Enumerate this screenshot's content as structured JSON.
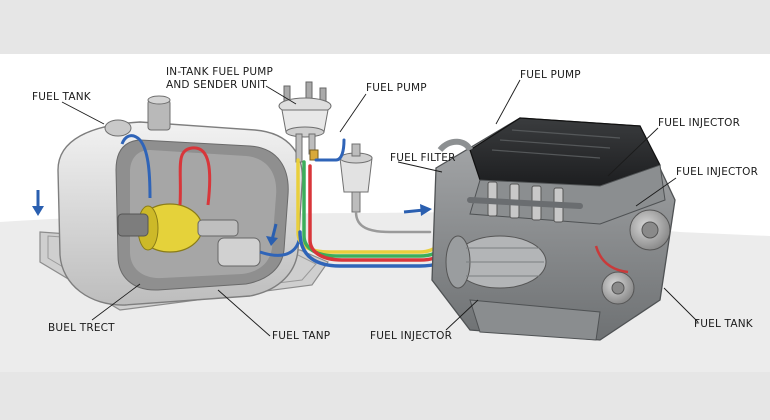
{
  "labels": {
    "fuel_tank_top": "FUEL TANK",
    "in_tank_pump": "IN-TANK FUEL PUMP",
    "sender_unit": "AND SENDER UNIT",
    "fuel_pump_mid": "FUEL PUMP",
    "fuel_pump_top": "FUEL PUMP",
    "fuel_injector_1": "FUEL INJECTOR",
    "fuel_injector_2": "FUEL INJECTOR",
    "fuel_filter": "FUEL FILTER",
    "buel_trect": "BUEL TRECT",
    "fuel_tanp": "FUEL TANP",
    "fuel_injector_bottom": "FUEL INJECTOR",
    "fuel_tank_bottom_right": "FUEL TANK"
  },
  "colors": {
    "background_band": "#e6e6e6",
    "canvas": "#ffffff",
    "fuel_line_blue": "#2f64b8",
    "fuel_line_red": "#d8363a",
    "fuel_line_green": "#3cae5b",
    "fuel_line_yellow": "#e9cf3c",
    "pump_yellow": "#e5d23a",
    "engine_cover": "#2a2c2e",
    "arrow_blue": "#2a5fb0"
  }
}
